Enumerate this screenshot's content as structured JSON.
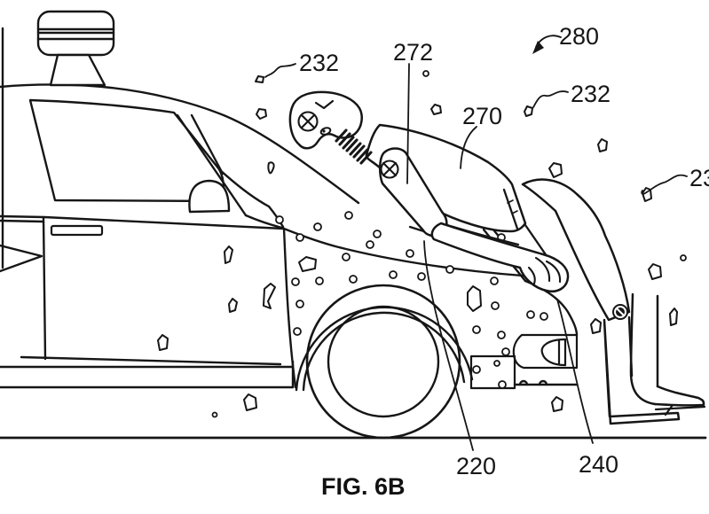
{
  "figure": {
    "caption": "FIG. 6B",
    "labels": {
      "l232a": "232",
      "l272": "272",
      "l280": "280",
      "l232b": "232",
      "l270": "270",
      "l23": "23",
      "l220": "220",
      "l240": "240"
    },
    "colors": {
      "ink": "#161616",
      "paper": "#ffffff"
    }
  }
}
